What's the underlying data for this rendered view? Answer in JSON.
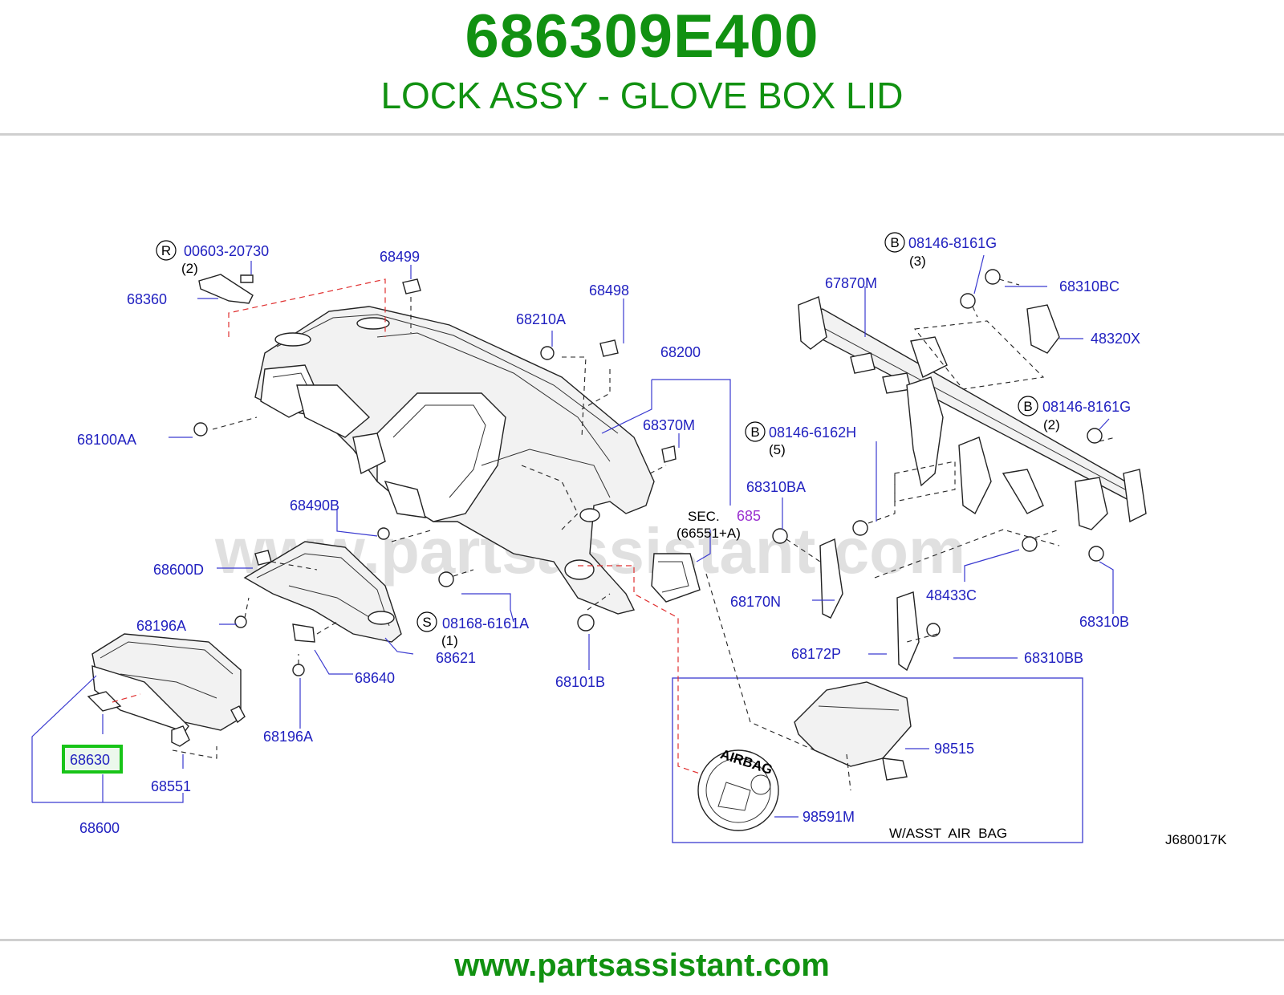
{
  "header": {
    "part_number": "686309E400",
    "part_description": "LOCK ASSY - GLOVE BOX LID"
  },
  "watermark": "www.partsassistant.com",
  "footer": {
    "url": "www.partsassistant.com"
  },
  "diagram": {
    "diagram_code": "J680017K",
    "highlight_color": "#18c418",
    "label_color": "#2121c0",
    "brand_color": "#119111",
    "highlighted_part": "68630",
    "labels": {
      "p_00603_20730": "00603-20730",
      "q_00603_20730": "(2)",
      "p_68360": "68360",
      "p_68499": "68499",
      "p_68498": "68498",
      "p_68210A": "68210A",
      "p_68200": "68200",
      "p_68100AA": "68100AA",
      "p_68370M": "68370M",
      "p_68490B": "68490B",
      "p_68600D": "68600D",
      "p_68196A_1": "68196A",
      "p_68196A_2": "68196A",
      "p_68621": "68621",
      "p_68640": "68640",
      "p_08168_6161A": "08168-6161A",
      "q_08168_6161A": "(1)",
      "p_68101B": "68101B",
      "p_68630": "68630",
      "p_68551": "68551",
      "p_68600": "68600",
      "sec_text": "SEC.",
      "sec_num": "685",
      "sec_ref": "(66551+A)",
      "p_08146_6162H": "08146-6162H",
      "q_08146_6162H": "(5)",
      "p_68310BA": "68310BA",
      "p_68170N": "68170N",
      "p_68172P": "68172P",
      "p_67870M": "67870M",
      "p_08146_8161G_1": "08146-8161G",
      "q_08146_8161G_1": "(3)",
      "p_68310BC": "68310BC",
      "p_48320X": "48320X",
      "p_08146_8161G_2": "08146-8161G",
      "q_08146_8161G_2": "(2)",
      "p_48433C": "48433C",
      "p_68310B": "68310B",
      "p_68310BB": "68310BB",
      "p_98515": "98515",
      "p_98591M": "98591M",
      "inset_caption": "W/ASST  AIR  BAG",
      "airbag_text": "AIRBAG",
      "c_R": "R",
      "c_S": "S",
      "c_B1": "B",
      "c_B2": "B",
      "c_B3": "B"
    }
  }
}
